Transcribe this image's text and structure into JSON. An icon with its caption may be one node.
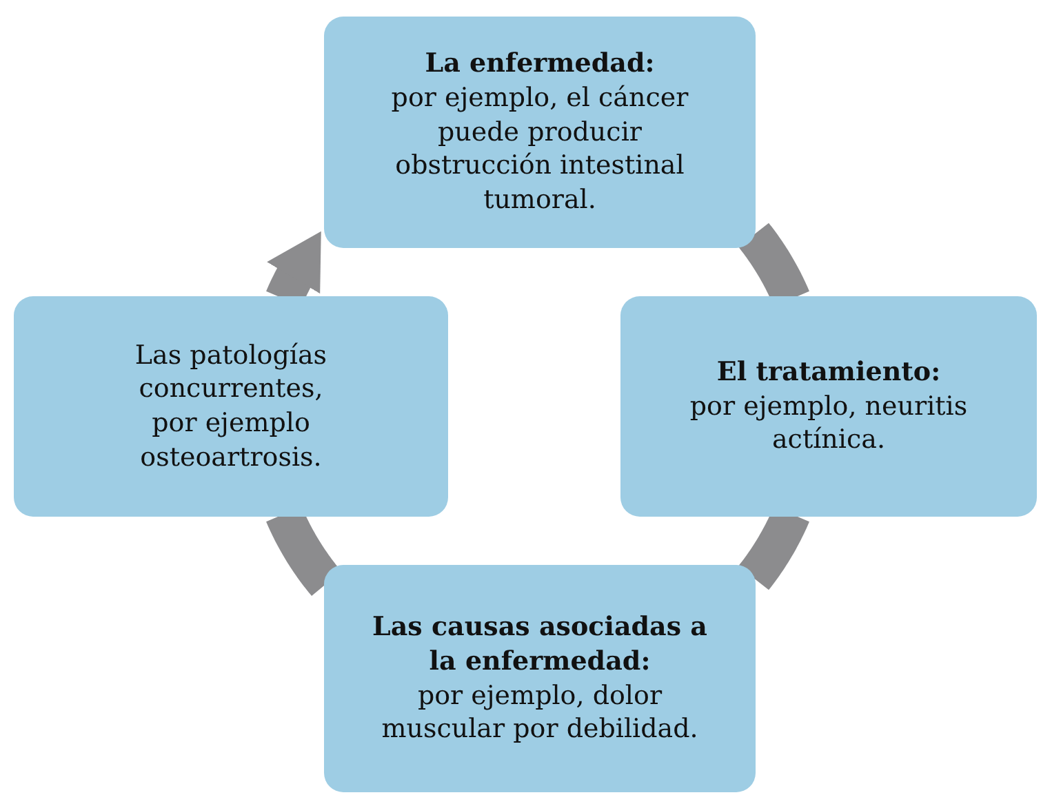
{
  "diagram": {
    "nodes": [
      {
        "text": [
          "La enfermedad:",
          "por ejemplo, el cáncer puede producir obstrucción intestinal tumoral."
        ]
      },
      {
        "text": [
          "Las patologías concurrentes, por ejemplo osteoartrosis."
        ]
      },
      {
        "text": [
          "El tratamiento:",
          "por ejemplo, neuritis actínica."
        ]
      },
      {
        "text": [
          "Las causas asociadas a la enfermedad:",
          "por ejemplo, dolor muscular por debilidad."
        ]
      }
    ],
    "edges": [
      {
        "from": 0,
        "to": 2,
        "arrow": "none"
      },
      {
        "from": 2,
        "to": 3,
        "arrow": "none"
      },
      {
        "from": 3,
        "to": 1,
        "arrow": "none"
      },
      {
        "from": 1,
        "to": 0,
        "arrow": "to"
      }
    ]
  }
}
